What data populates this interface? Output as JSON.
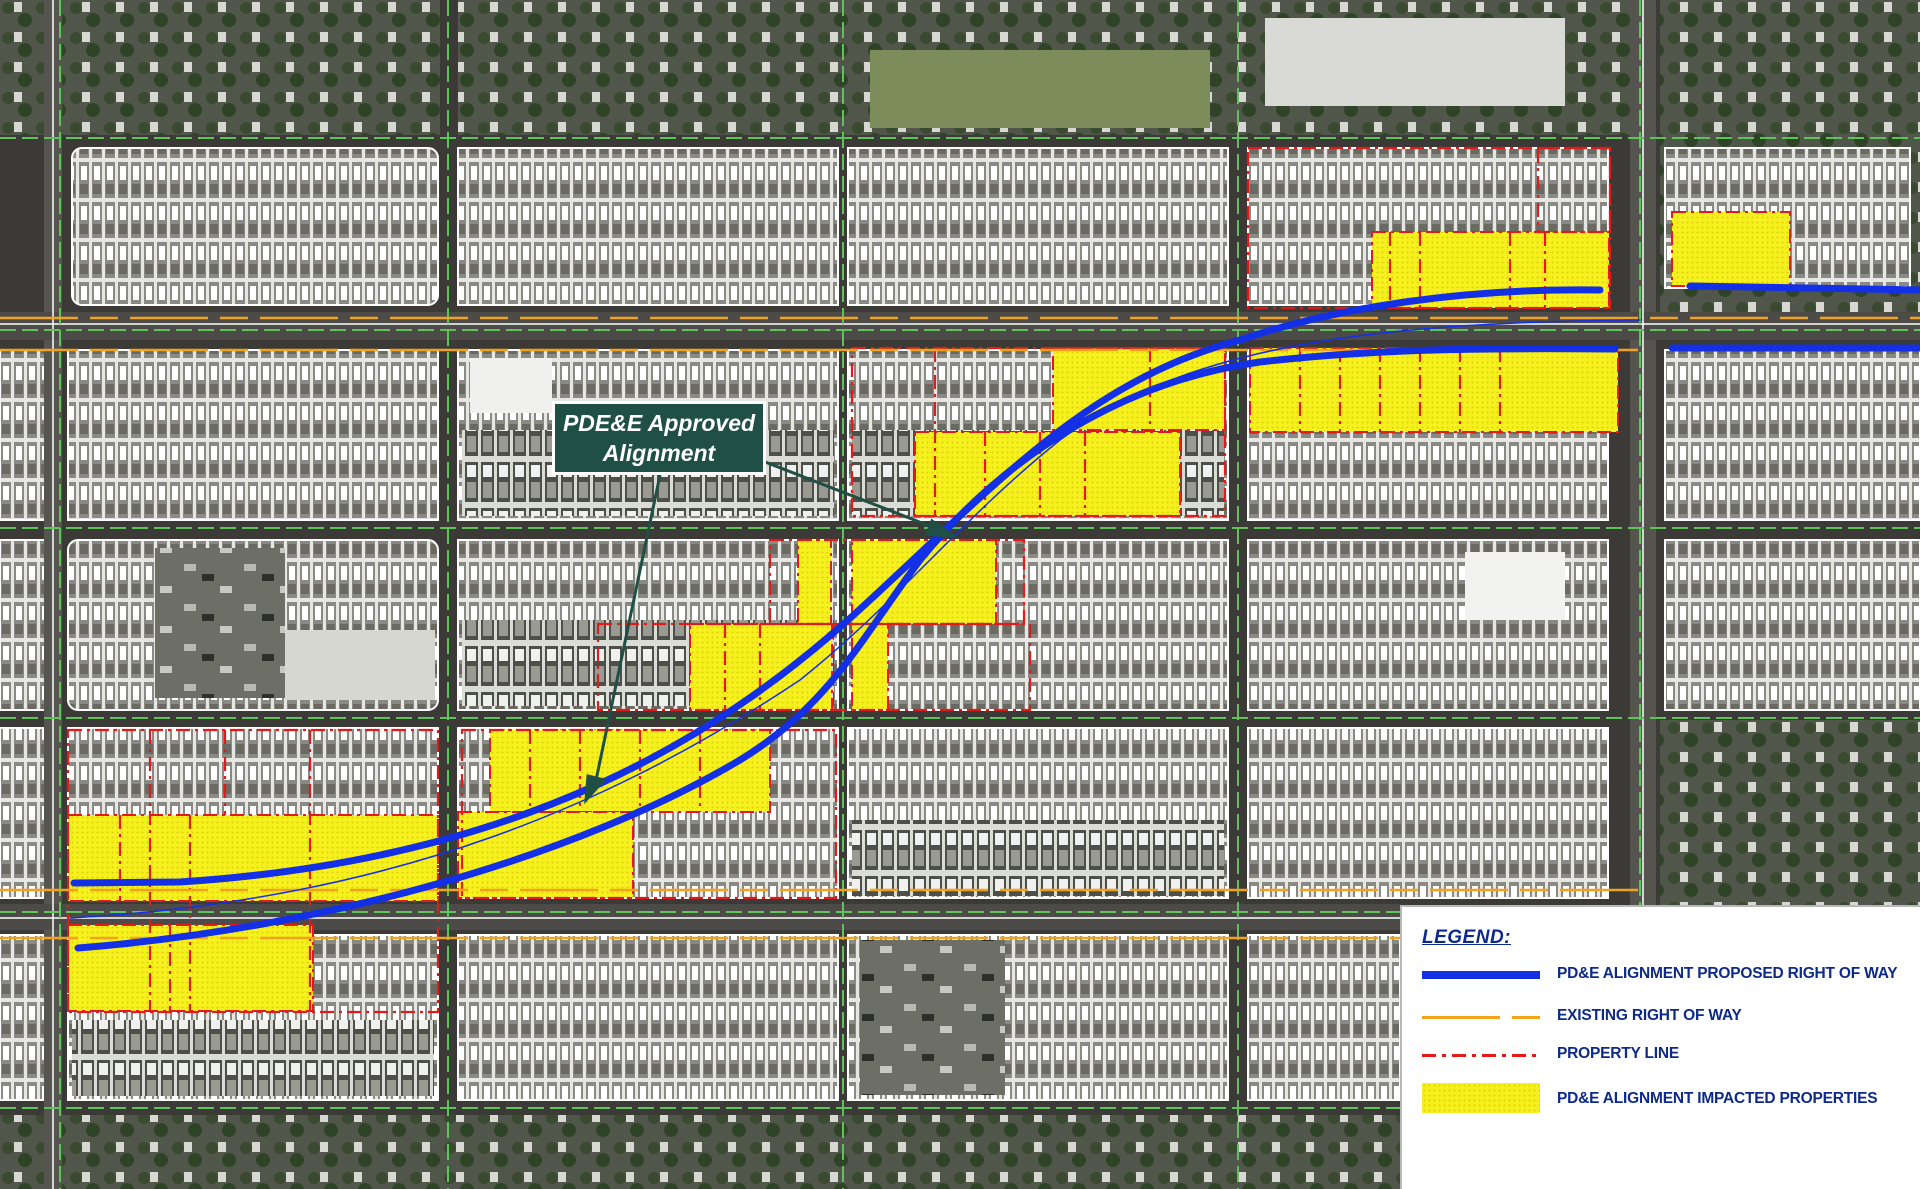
{
  "callout": {
    "line1": "PDE&E Approved",
    "line2": "Alignment"
  },
  "legend": {
    "title": "LEGEND:",
    "items": [
      {
        "label": "PD&E ALIGNMENT PROPOSED RIGHT OF WAY",
        "symbol": "blue-line-icon"
      },
      {
        "label": "EXISTING RIGHT OF WAY",
        "symbol": "orange-dashed-line-icon"
      },
      {
        "label": "PROPERTY LINE",
        "symbol": "red-dash-dot-line-icon"
      },
      {
        "label": "PD&E ALIGNMENT IMPACTED PROPERTIES",
        "symbol": "yellow-fill-icon"
      }
    ]
  },
  "colors": {
    "alignment": "#1430e6",
    "existing_row": "#f2a31b",
    "property_line": "#e21a1a",
    "impacted": "#f5f01e",
    "block_grid": "#5ec35a",
    "callout_bg": "#1f4f45",
    "legend_text": "#0d2a8a"
  }
}
